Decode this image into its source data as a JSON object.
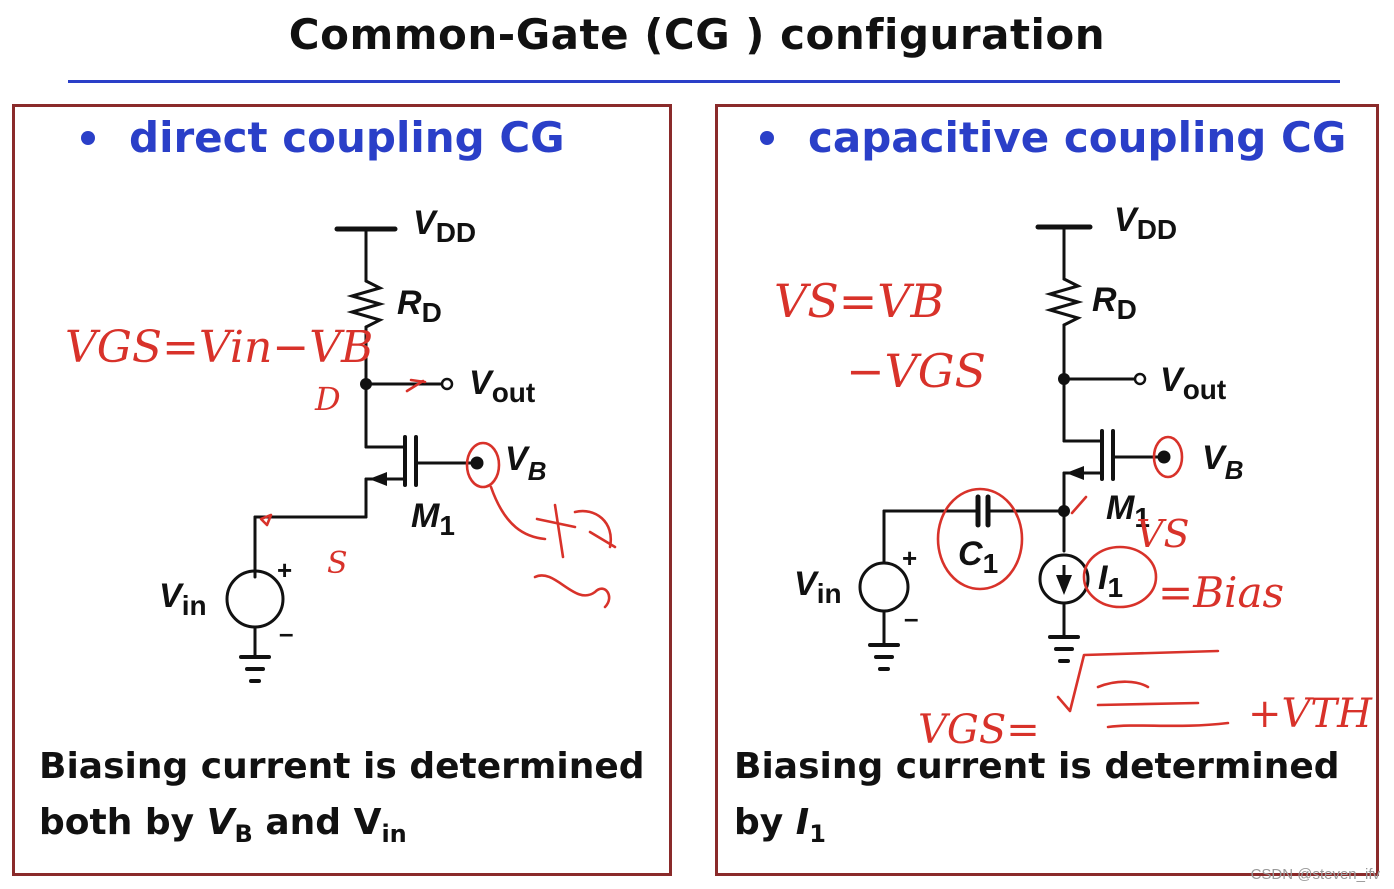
{
  "title": "Common-Gate (CG ) configuration",
  "colors": {
    "accent": "#2a3fc8",
    "frame": "#8a2a2a",
    "annotation": "#d8322a"
  },
  "left": {
    "heading": "direct coupling CG",
    "labels": {
      "vdd_main": "V",
      "vdd_sub": "DD",
      "rd_main": "R",
      "rd_sub": "D",
      "vout_main": "V",
      "vout_sub": "out",
      "vb_main": "V",
      "vb_sub": "B",
      "m_main": "M",
      "m_sub": "1",
      "vin_main": "V",
      "vin_sub": "in",
      "plus": "+",
      "minus": "–"
    },
    "caption_line1": "Biasing current is determined",
    "caption_line2_a": "both by ",
    "caption_v": "V",
    "caption_vsub": "B",
    "caption_and": " and V",
    "caption_insub": "in",
    "ink": [
      "VGS=Vin−VB",
      "D",
      "S"
    ]
  },
  "right": {
    "heading": "capacitive coupling CG",
    "labels": {
      "vdd_main": "V",
      "vdd_sub": "DD",
      "rd_main": "R",
      "rd_sub": "D",
      "vout_main": "V",
      "vout_sub": "out",
      "vb_main": "V",
      "vb_sub": "B",
      "m_main": "M",
      "m_sub": "1",
      "vin_main": "V",
      "vin_sub": "in",
      "c_main": "C",
      "c_sub": "1",
      "i_main": "I",
      "i_sub": "1",
      "plus": "+",
      "minus": "–"
    },
    "caption_line1": "Biasing current is determined",
    "caption_line2_a": "by ",
    "caption_i": "I",
    "caption_isub": "1",
    "ink": [
      "VS=VB",
      "−VGS",
      "VS",
      "=Bias",
      "VGS=",
      "+VTH"
    ]
  },
  "watermark": "CSDN @steven_ifv"
}
